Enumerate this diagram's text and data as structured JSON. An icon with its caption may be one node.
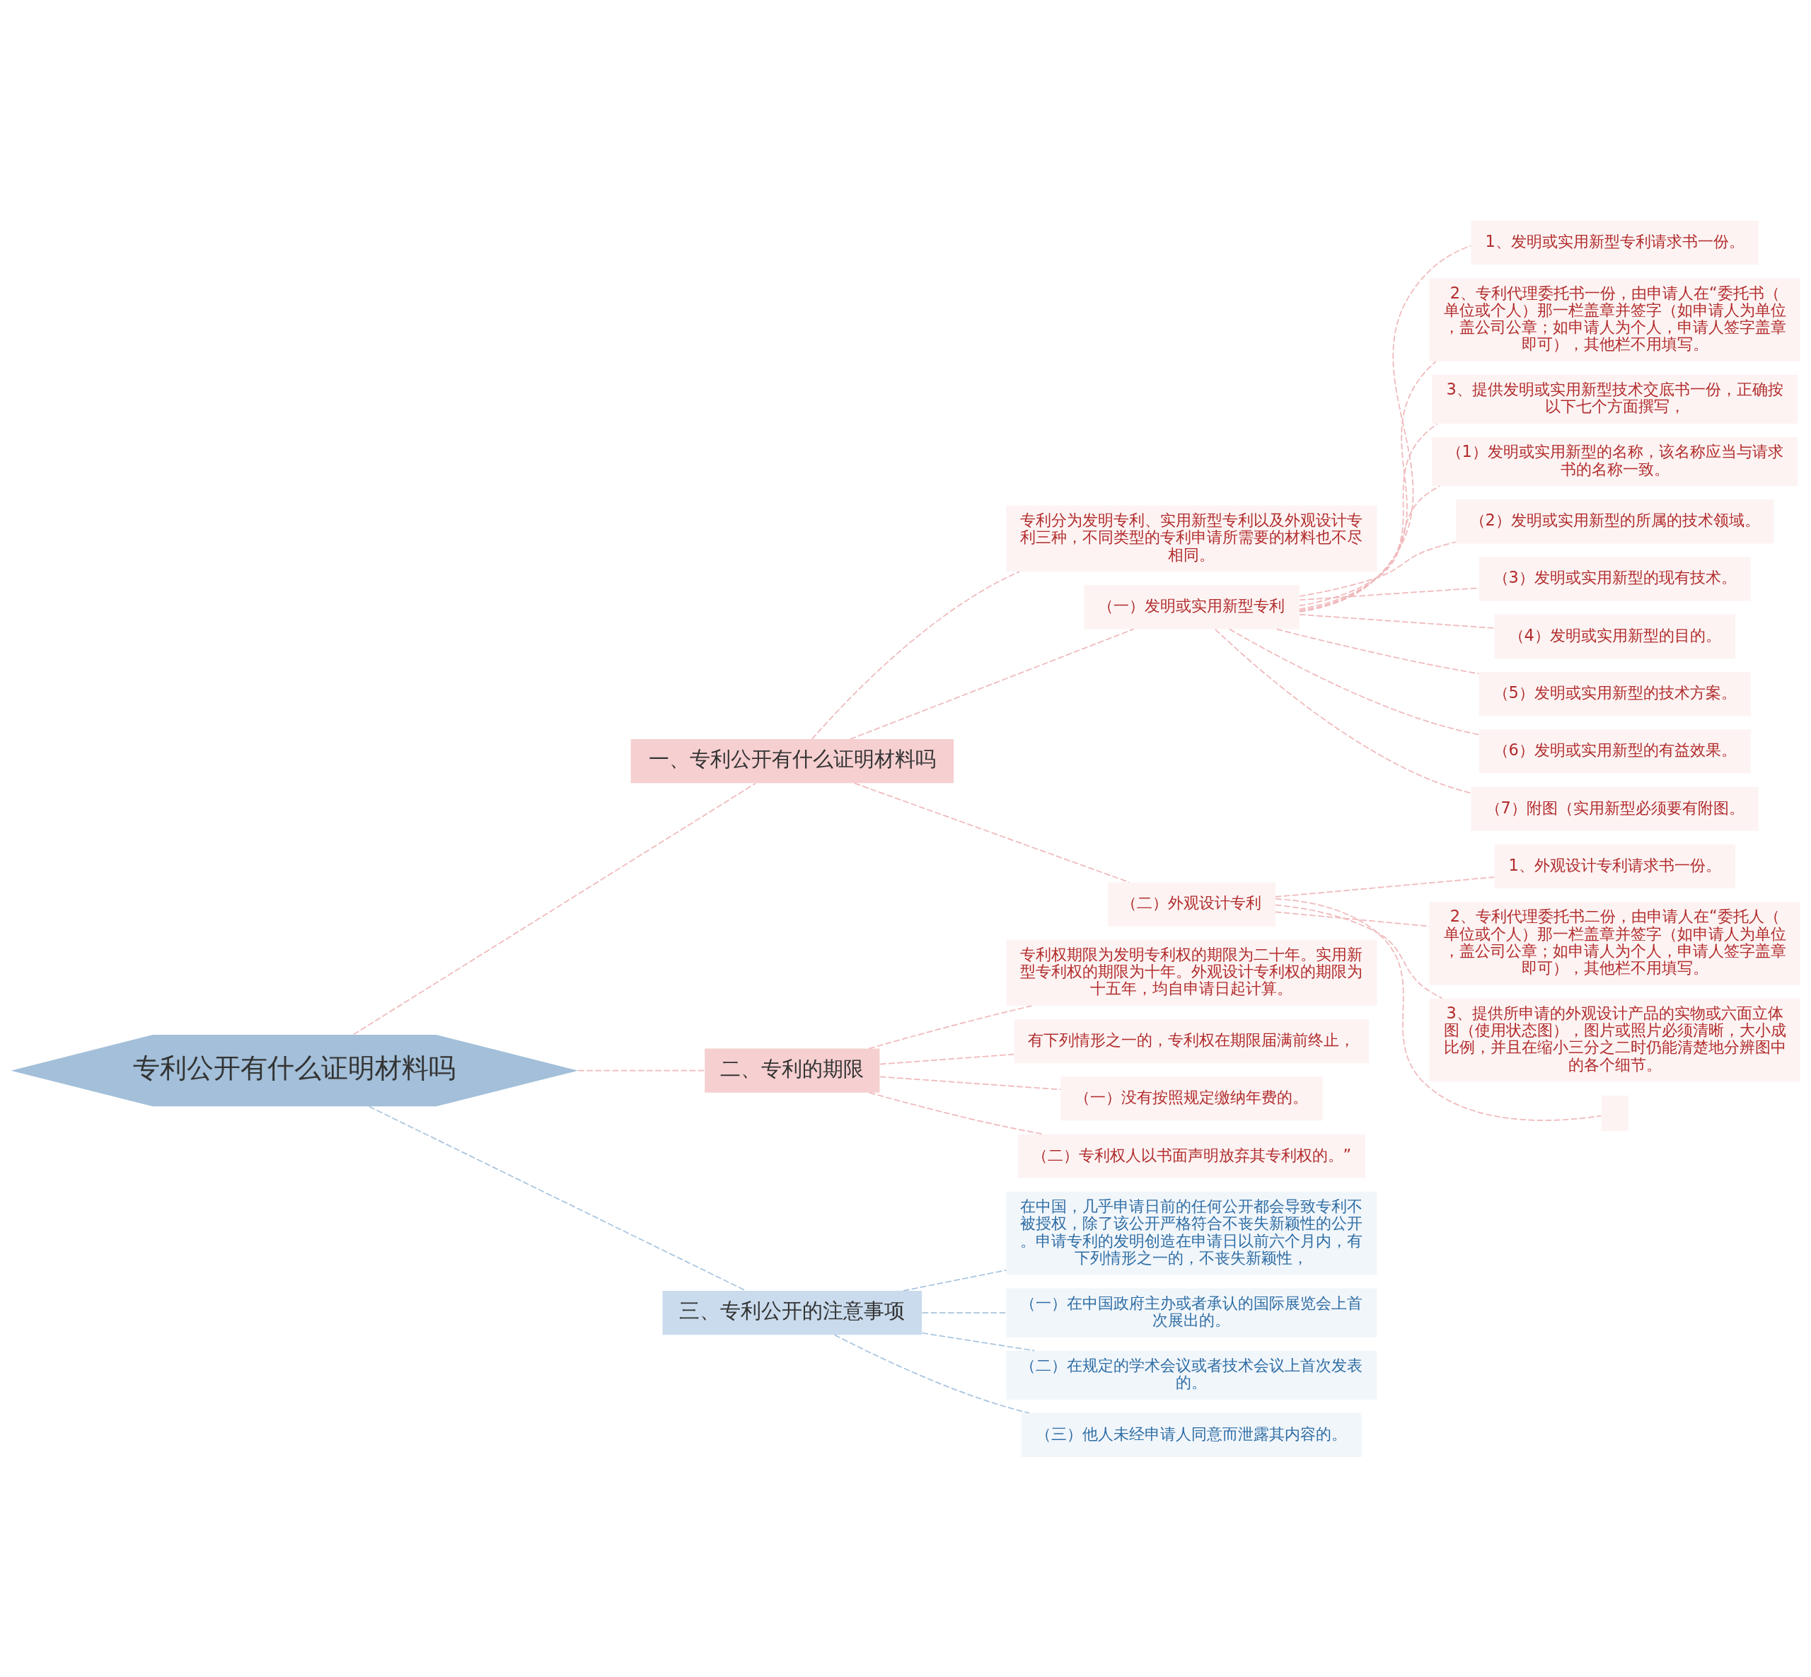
{
  "diagram": {
    "nodes": [
      {
        "text": [
          "专利公开有什么证明材料吗"
        ]
      },
      {
        "text": [
          "一、专利公开有什么证明材料吗"
        ]
      },
      {
        "text": [
          "专利分为发明专利、实用新型专利以及外观设计专利三种，不同类型的专利申请所需要的材料也不尽相同。"
        ]
      },
      {
        "text": [
          "（一）发明或实用新型专利"
        ]
      },
      {
        "text": [
          "1、发明或实用新型专利请求书一份。"
        ]
      },
      {
        "text": [
          "2、专利代理委托书一份，由申请人在“委托书（单位或个人）那一栏盖章并签字（如申请人为单位，盖公司公章；如申请人为个人，申请人签字盖章即可），其他栏不用填写。"
        ]
      },
      {
        "text": [
          "3、提供发明或实用新型技术交底书一份，正确按以下七个方面撰写，"
        ]
      },
      {
        "text": [
          "（1）发明或实用新型的名称，该名称应当与请求书的名称一致。"
        ]
      },
      {
        "text": [
          "（2）发明或实用新型的所属的技术领域。"
        ]
      },
      {
        "text": [
          "（3）发明或实用新型的现有技术。"
        ]
      },
      {
        "text": [
          "（4）发明或实用新型的目的。"
        ]
      },
      {
        "text": [
          "（5）发明或实用新型的技术方案。"
        ]
      },
      {
        "text": [
          "（6）发明或实用新型的有益效果。"
        ]
      },
      {
        "text": [
          "（7）附图（实用新型必须要有附图。"
        ]
      },
      {
        "text": [
          "（二）外观设计专利"
        ]
      },
      {
        "text": [
          "1、外观设计专利请求书一份。"
        ]
      },
      {
        "text": [
          "2、专利代理委托书二份，由申请人在“委托人（单位或个人）那一栏盖章并签字（如申请人为单位，盖公司公章；如申请人为个人，申请人签字盖章即可），其他栏不用填写。"
        ]
      },
      {
        "text": [
          "3、提供所申请的外观设计产品的实物或六面立体图（使用状态图），图片或照片必须清晰，大小成比例，并且在缩小三分之二时仍能清楚地分辨图中的各个细节。"
        ]
      },
      {
        "text": [],
        "shape": "box"
      },
      {
        "text": [
          "二、专利的期限"
        ]
      },
      {
        "text": [
          "专利权期限为发明专利权的期限为二十年。实用新型专利权的期限为十年。外观设计专利权的期限为十五年，均自申请日起计算。"
        ]
      },
      {
        "text": [
          "有下列情形之一的，专利权在期限届满前终止，"
        ]
      },
      {
        "text": [
          "（一）没有按照规定缴纳年费的。"
        ]
      },
      {
        "text": [
          "（二）专利权人以书面声明放弃其专利权的。”"
        ]
      },
      {
        "text": [
          "三、专利公开的注意事项"
        ]
      },
      {
        "text": [
          "在中国，几乎申请日前的任何公开都会导致专利不被授权，除了该公开严格符合不丧失新颖性的公开。申请专利的发明创造在申请日以前六个月内，有下列情形之一的，不丧失新颖性，"
        ]
      },
      {
        "text": [
          "（一）在中国政府主办或者承认的国际展览会上首次展出的。"
        ]
      },
      {
        "text": [
          "（二）在规定的学术会议或者技术会议上首次发表的。"
        ]
      },
      {
        "text": [
          "（三）他人未经申请人同意而泄露其内容的。"
        ]
      }
    ],
    "edges": [
      {
        "from": 0,
        "to": 1,
        "arrow": "none",
        "style": "dashed"
      },
      {
        "from": 1,
        "to": 2,
        "arrow": "none",
        "style": "dashed"
      },
      {
        "from": 1,
        "to": 3,
        "arrow": "none",
        "style": "dashed"
      },
      {
        "from": 3,
        "to": 4,
        "arrow": "none",
        "style": "dashed"
      },
      {
        "from": 3,
        "to": 5,
        "arrow": "none",
        "style": "dashed"
      },
      {
        "from": 3,
        "to": 6,
        "arrow": "none",
        "style": "dashed"
      },
      {
        "from": 3,
        "to": 7,
        "arrow": "none",
        "style": "dashed"
      },
      {
        "from": 3,
        "to": 8,
        "arrow": "none",
        "style": "dashed"
      },
      {
        "from": 3,
        "to": 9,
        "arrow": "none",
        "style": "dashed"
      },
      {
        "from": 3,
        "to": 10,
        "arrow": "none",
        "style": "dashed"
      },
      {
        "from": 3,
        "to": 11,
        "arrow": "none",
        "style": "dashed"
      },
      {
        "from": 3,
        "to": 12,
        "arrow": "none",
        "style": "dashed"
      },
      {
        "from": 3,
        "to": 13,
        "arrow": "none",
        "style": "dashed"
      },
      {
        "from": 1,
        "to": 14,
        "arrow": "none",
        "style": "dashed"
      },
      {
        "from": 14,
        "to": 15,
        "arrow": "none",
        "style": "dashed"
      },
      {
        "from": 14,
        "to": 16,
        "arrow": "none",
        "style": "dashed"
      },
      {
        "from": 14,
        "to": 17,
        "arrow": "none",
        "style": "dashed"
      },
      {
        "from": 14,
        "to": 18,
        "arrow": "none",
        "style": "dashed"
      },
      {
        "from": 0,
        "to": 19,
        "arrow": "none",
        "style": "dashed"
      },
      {
        "from": 19,
        "to": 20,
        "arrow": "none",
        "style": "dashed"
      },
      {
        "from": 19,
        "to": 21,
        "arrow": "none",
        "style": "dashed"
      },
      {
        "from": 19,
        "to": 22,
        "arrow": "none",
        "style": "dashed"
      },
      {
        "from": 19,
        "to": 23,
        "arrow": "none",
        "style": "dashed"
      },
      {
        "from": 0,
        "to": 24,
        "arrow": "none",
        "style": "dashed",
        "color": "#a9c4de"
      },
      {
        "from": 24,
        "to": 25,
        "arrow": "none",
        "style": "dashed",
        "color": "#a9c4de"
      },
      {
        "from": 24,
        "to": 26,
        "arrow": "none",
        "style": "dashed",
        "color": "#a9c4de"
      },
      {
        "from": 24,
        "to": 27,
        "arrow": "none",
        "style": "dashed",
        "color": "#a9c4de"
      },
      {
        "from": 24,
        "to": 28,
        "arrow": "none",
        "style": "dashed",
        "color": "#a9c4de"
      }
    ]
  }
}
